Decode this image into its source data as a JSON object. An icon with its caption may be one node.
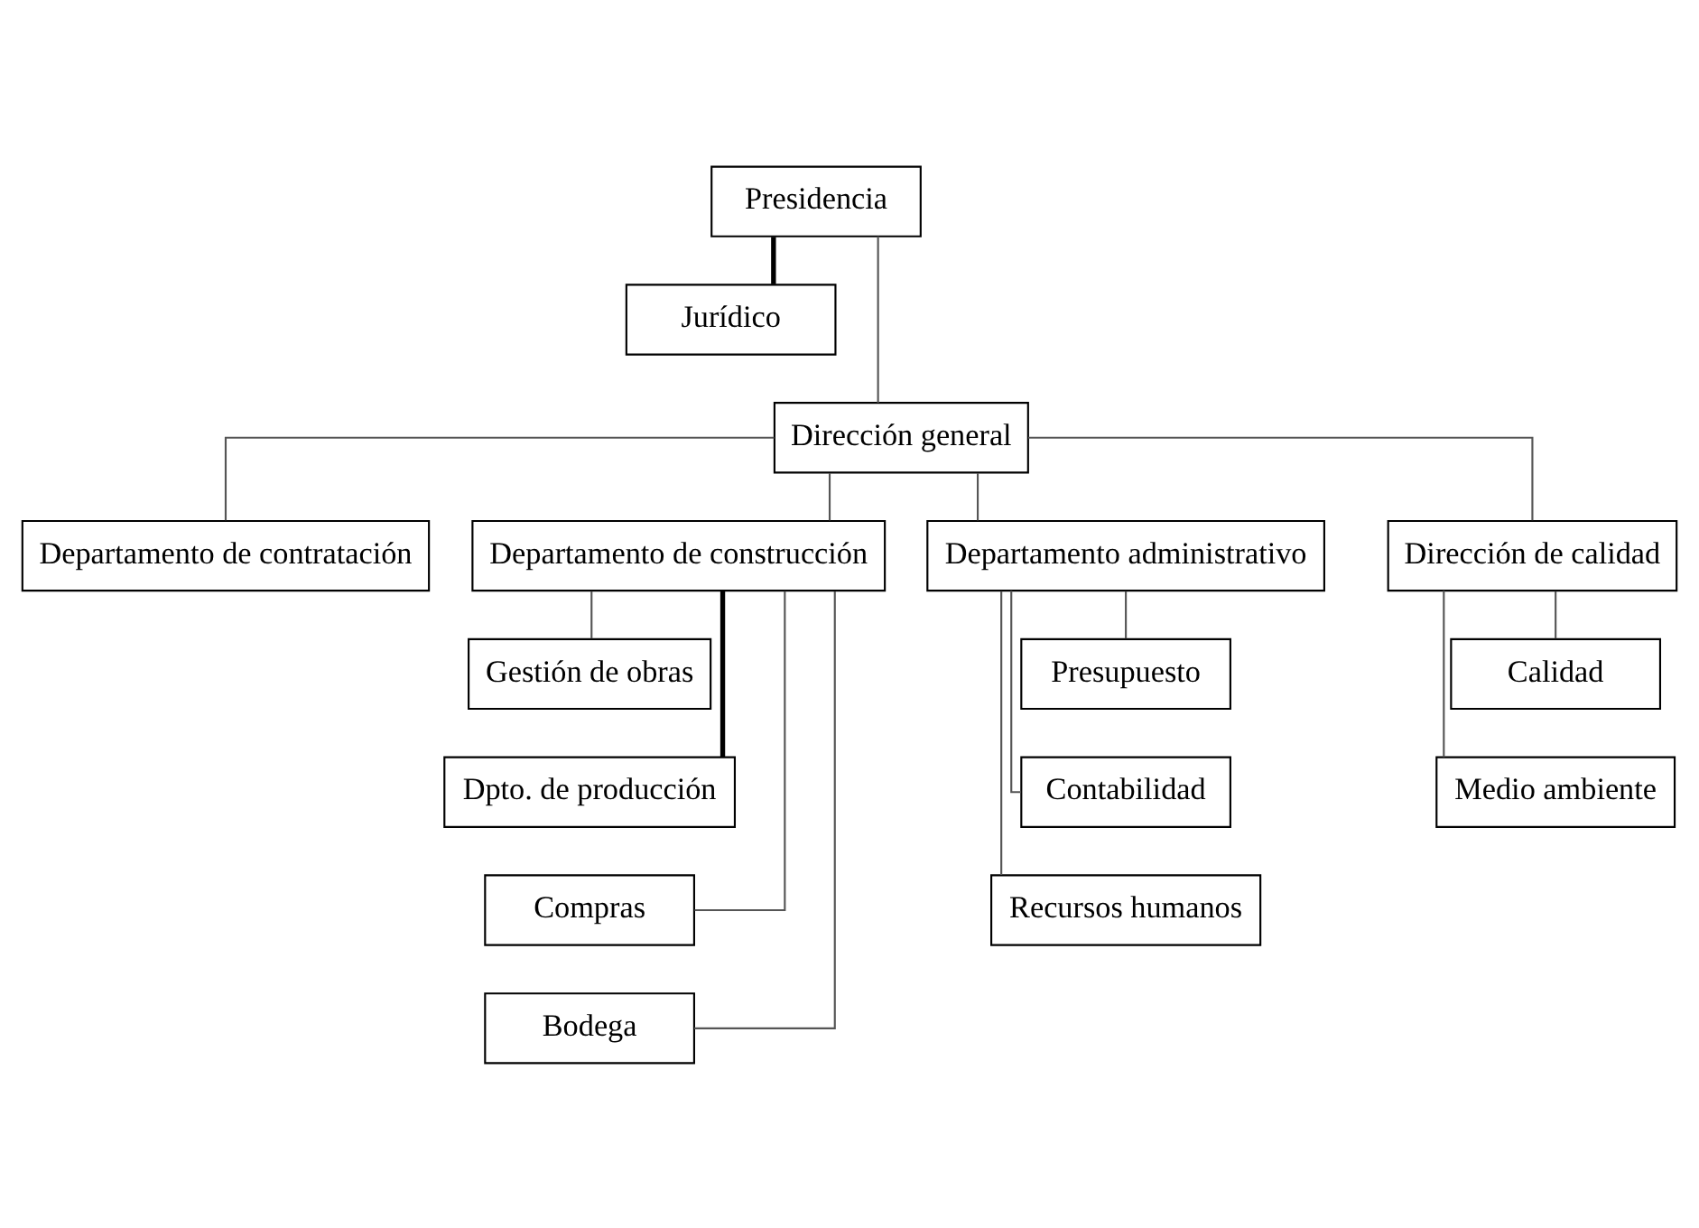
{
  "diagram": {
    "nodes": [
      {
        "text": [
          "Presidencia"
        ]
      },
      {
        "text": [
          "Jurídico"
        ]
      },
      {
        "text": [
          "Dirección general"
        ]
      },
      {
        "text": [
          "Departamento de contratación"
        ]
      },
      {
        "text": [
          "Departamento de construcción"
        ]
      },
      {
        "text": [
          "Departamento administrativo"
        ]
      },
      {
        "text": [
          "Dirección de calidad"
        ]
      },
      {
        "text": [
          "Gestión de obras"
        ]
      },
      {
        "text": [
          "Dpto. de producción"
        ]
      },
      {
        "text": [
          "Compras"
        ]
      },
      {
        "text": [
          "Bodega"
        ]
      },
      {
        "text": [
          "Presupuesto"
        ]
      },
      {
        "text": [
          "Contabilidad"
        ]
      },
      {
        "text": [
          "Recursos humanos"
        ]
      },
      {
        "text": [
          "Calidad"
        ]
      },
      {
        "text": [
          "Medio ambiente"
        ]
      }
    ],
    "edges": [
      {
        "from": 0,
        "to": 1,
        "arrow": "none",
        "style": "thick"
      },
      {
        "from": 0,
        "to": 2,
        "arrow": "none"
      },
      {
        "from": 2,
        "to": 3,
        "arrow": "none"
      },
      {
        "from": 2,
        "to": 4,
        "arrow": "none"
      },
      {
        "from": 2,
        "to": 5,
        "arrow": "none"
      },
      {
        "from": 2,
        "to": 6,
        "arrow": "none"
      },
      {
        "from": 4,
        "to": 7,
        "arrow": "none"
      },
      {
        "from": 4,
        "to": 8,
        "arrow": "none",
        "style": "thick"
      },
      {
        "from": 4,
        "to": 9,
        "arrow": "none"
      },
      {
        "from": 4,
        "to": 10,
        "arrow": "none"
      },
      {
        "from": 5,
        "to": 11,
        "arrow": "none"
      },
      {
        "from": 5,
        "to": 12,
        "arrow": "none"
      },
      {
        "from": 5,
        "to": 13,
        "arrow": "none"
      },
      {
        "from": 6,
        "to": 14,
        "arrow": "none"
      },
      {
        "from": 6,
        "to": 15,
        "arrow": "none"
      }
    ]
  }
}
